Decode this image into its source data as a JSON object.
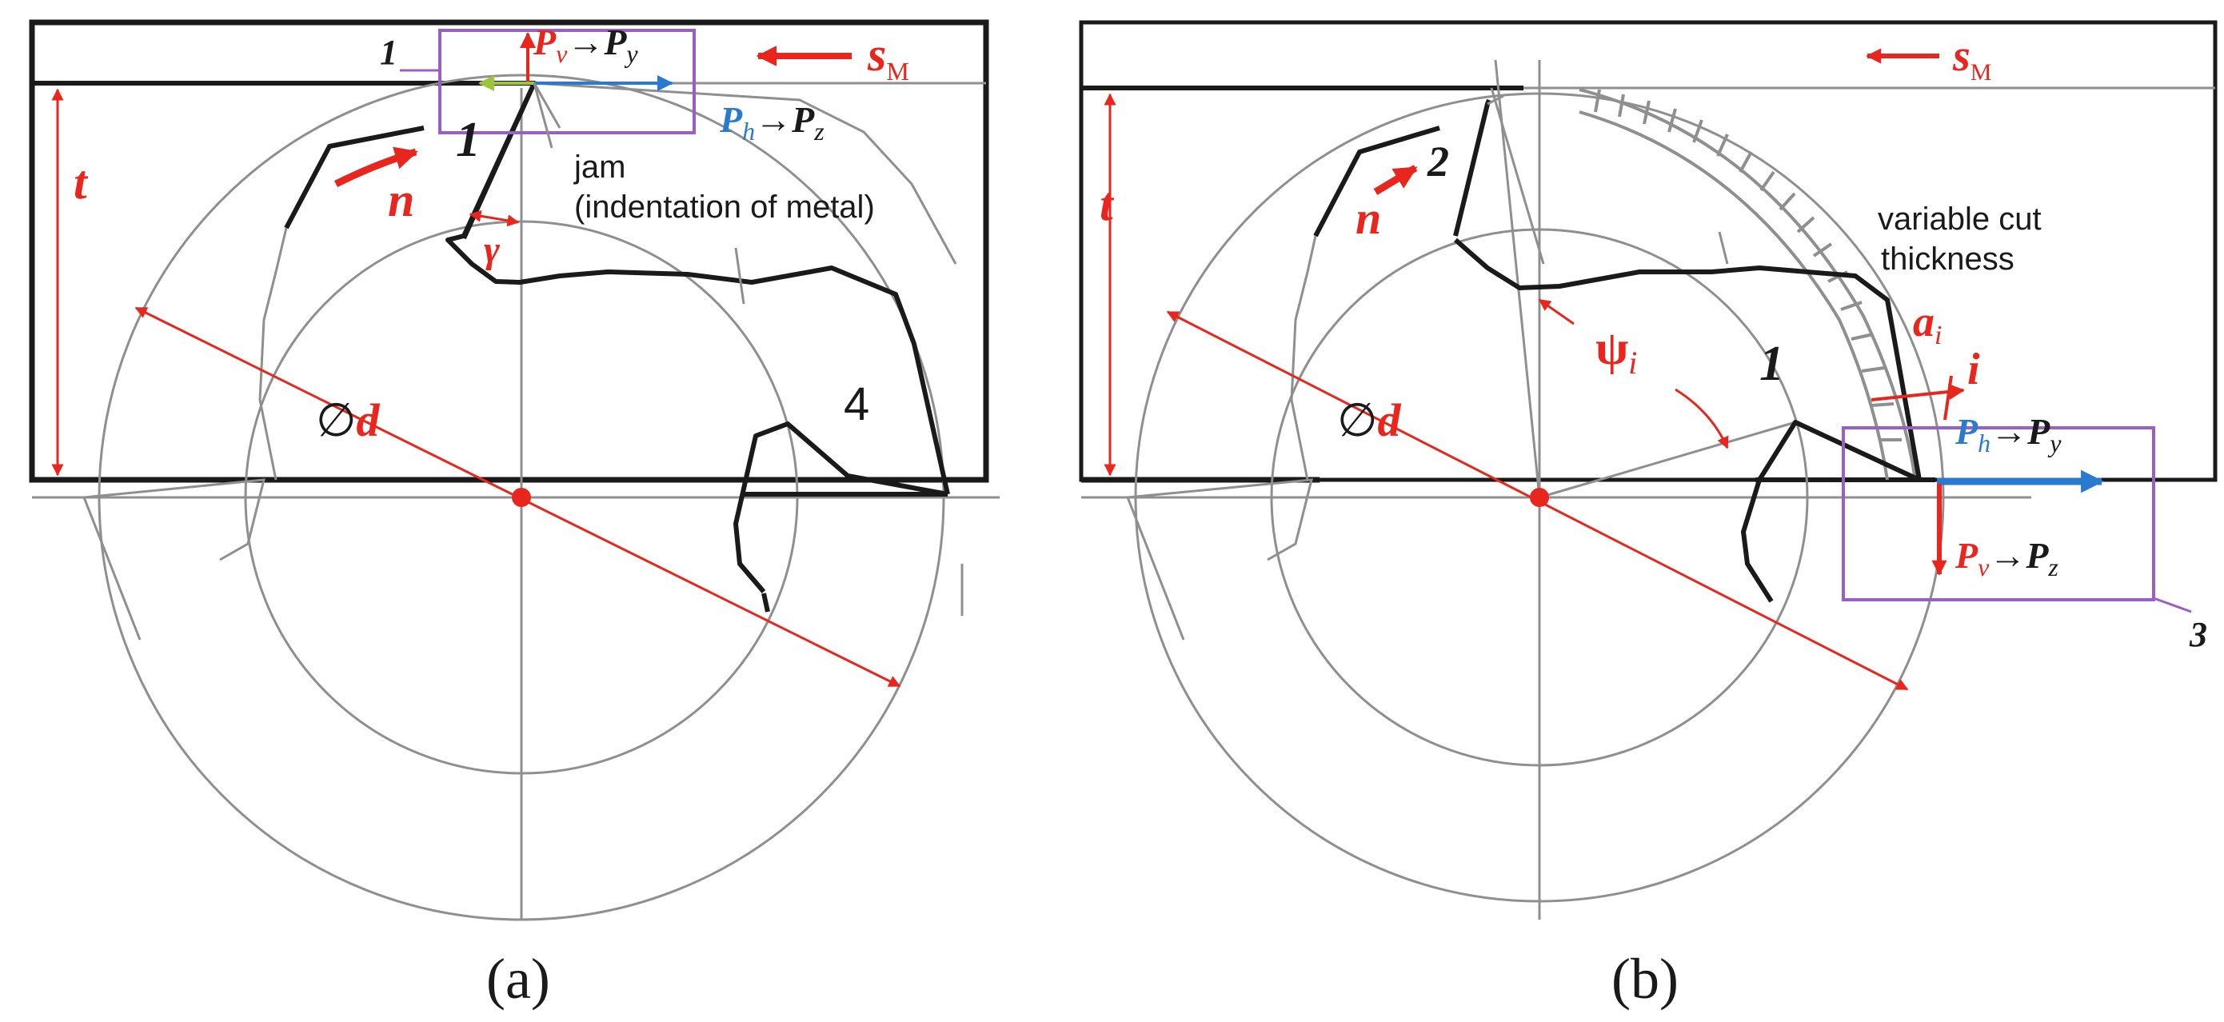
{
  "colors": {
    "accent_red": "#e8261d",
    "accent_blue": "#2a7bd0",
    "accent_green": "#9bc63a",
    "frame_purple": "#9a5fc3",
    "line_gray": "#8f8f8f",
    "outline_black": "#1a1a1a"
  },
  "panel_a": {
    "caption": "(a)",
    "marker_1": "1",
    "tooth_1": "1",
    "tooth_4": "4",
    "feed_s": "s",
    "feed_sub": "M",
    "depth_t": "t",
    "rotation_n": "n",
    "rake_gamma": "γ",
    "diameter_sym": "∅",
    "diameter_d": "d",
    "force_v_P": "P",
    "force_v_sub": "v",
    "force_v_arrow": "→",
    "force_v_target": "P",
    "force_v_target_sub": "y",
    "force_h_P": "P",
    "force_h_sub": "h",
    "force_h_arrow": "→",
    "force_h_target": "P",
    "force_h_target_sub": "z",
    "jam_line1": "jam",
    "jam_line2": "(indentation of metal)"
  },
  "panel_b": {
    "caption": "(b)",
    "marker_3": "3",
    "tooth_1": "1",
    "tooth_2": "2",
    "feed_s": "s",
    "feed_sub": "M",
    "depth_t": "t",
    "rotation_n": "n",
    "diameter_sym": "∅",
    "diameter_d": "d",
    "psi": "ψ",
    "psi_sub": "i",
    "a_label": "a",
    "a_sub": "i",
    "i_label": "i",
    "variable_line1": "variable cut",
    "variable_line2": "thickness",
    "force_h_P": "P",
    "force_h_sub": "h",
    "force_h_arrow": "→",
    "force_h_target": "P",
    "force_h_target_sub": "y",
    "force_v_P": "P",
    "force_v_sub": "v",
    "force_v_arrow": "→",
    "force_v_target": "P",
    "force_v_target_sub": "z"
  }
}
